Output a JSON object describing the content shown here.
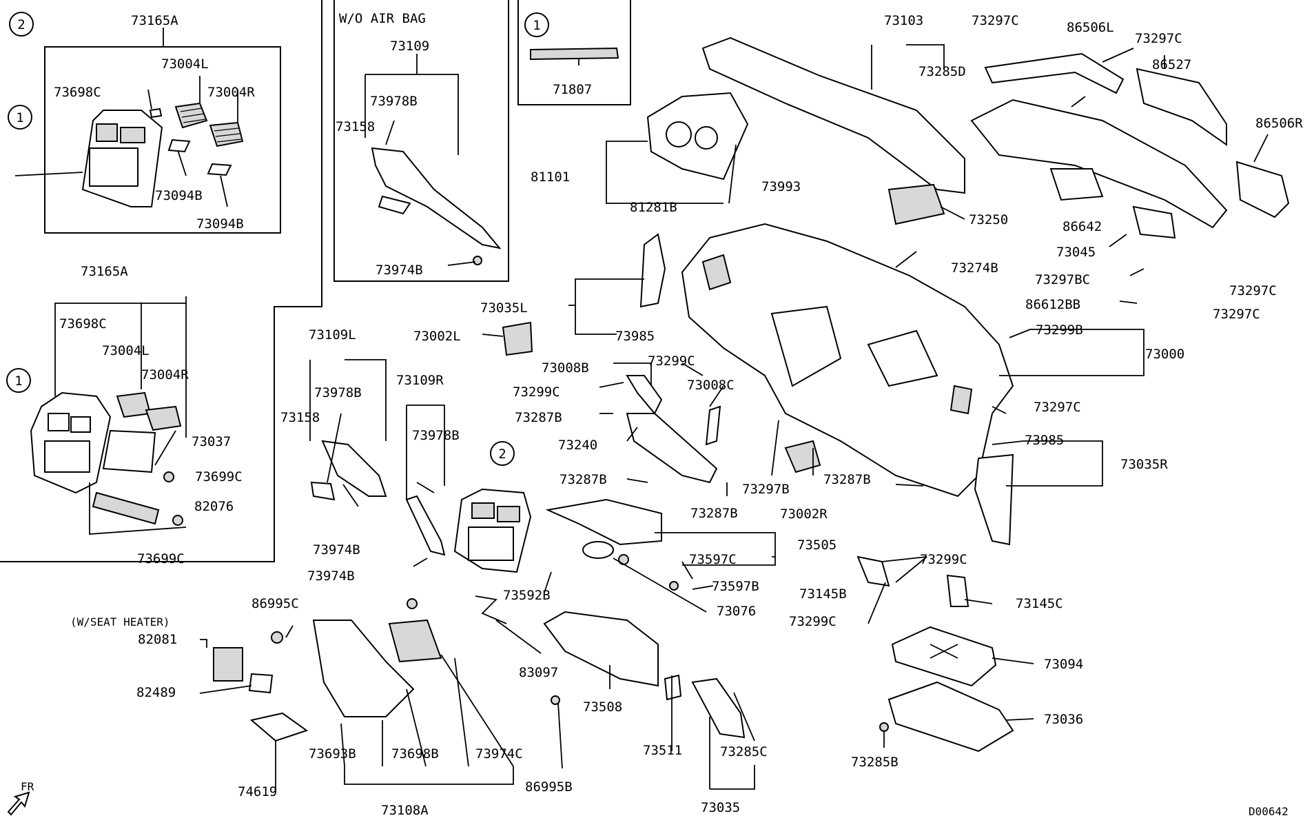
{
  "diagram": {
    "drawing_code": "D00642",
    "front_marker": "FR",
    "callout_1": "1",
    "callout_2": "2",
    "condition_wo_airbag": "W/O AIR BAG",
    "condition_seat_heater": "(W/SEAT HEATER)",
    "parts": {
      "p73165A": "73165A",
      "p73004L": "73004L",
      "p73004R": "73004R",
      "p73698C": "73698C",
      "p73094B": "73094B",
      "p73109": "73109",
      "p73978B": "73978B",
      "p73158": "73158",
      "p73974B": "73974B",
      "p71807": "71807",
      "p73103": "73103",
      "p73297C": "73297C",
      "p86506L": "86506L",
      "p86527": "86527",
      "p73285D": "73285D",
      "p86506R": "86506R",
      "p81101": "81101",
      "p81281B": "81281B",
      "p73993": "73993",
      "p73250": "73250",
      "p86642": "86642",
      "p73045": "73045",
      "p73274B": "73274B",
      "p73297BC": "73297BC",
      "p86612BB": "86612BB",
      "p73035L": "73035L",
      "p73985": "73985",
      "p73002L": "73002L",
      "p73299B": "73299B",
      "p73000": "73000",
      "p73037": "73037",
      "p73699C": "73699C",
      "p82076": "82076",
      "p73109L": "73109L",
      "p73109R": "73109R",
      "p73008B": "73008B",
      "p73299C": "73299C",
      "p73008C": "73008C",
      "p73287B": "73287B",
      "p73240": "73240",
      "p73297B": "73297B",
      "p73002R": "73002R",
      "p73035R": "73035R",
      "p73505": "73505",
      "p73597C": "73597C",
      "p73597B": "73597B",
      "p73076": "73076",
      "p73592B": "73592B",
      "p73145B": "73145B",
      "p73145C": "73145C",
      "p86995C": "86995C",
      "p82081": "82081",
      "p82489": "82489",
      "p83097": "83097",
      "p73508": "73508",
      "p73094": "73094",
      "p73036": "73036",
      "p73511": "73511",
      "p73285C": "73285C",
      "p73285B": "73285B",
      "p73035": "73035",
      "p73693B": "73693B",
      "p73698B": "73698B",
      "p73974C": "73974C",
      "p86995B": "86995B",
      "p74619": "74619",
      "p73108A": "73108A"
    }
  }
}
